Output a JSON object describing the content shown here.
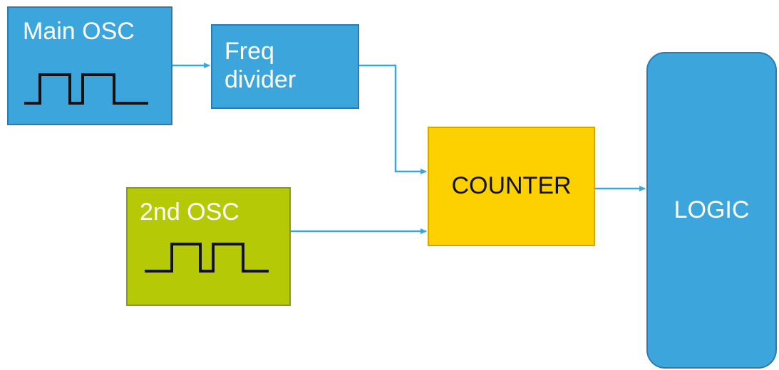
{
  "colors": {
    "primary_block": "#3ca5dc",
    "secondary_osc": "#b6c907",
    "counter": "#fdd100",
    "connector": "#3ca5dc",
    "label_light": "#ffffff",
    "label_dark": "#111111",
    "waveform": "#111111"
  },
  "blocks": {
    "main_osc": {
      "label": "Main OSC",
      "icon": "square-wave-icon"
    },
    "freq_divider": {
      "label": "Freq\ndivider"
    },
    "second_osc": {
      "label": "2nd OSC",
      "icon": "square-wave-icon"
    },
    "counter": {
      "label": "COUNTER"
    },
    "logic": {
      "label": "LOGIC"
    }
  },
  "connections": [
    {
      "from": "main_osc",
      "to": "freq_divider"
    },
    {
      "from": "freq_divider",
      "to": "counter"
    },
    {
      "from": "second_osc",
      "to": "counter"
    },
    {
      "from": "counter",
      "to": "logic"
    }
  ]
}
